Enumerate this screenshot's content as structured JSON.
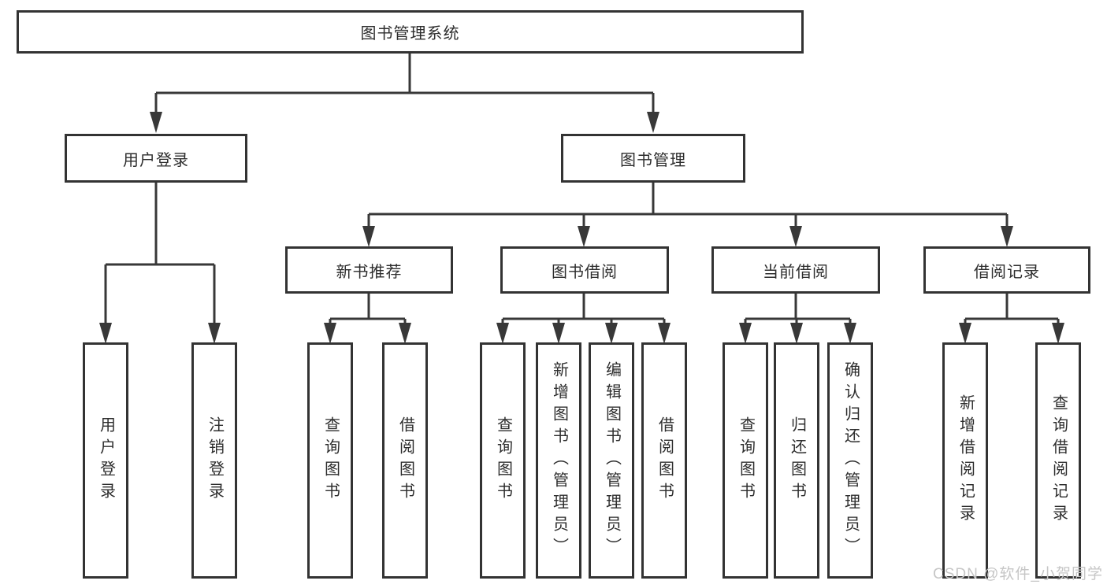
{
  "diagram": {
    "root": "图书管理系统",
    "level2": {
      "user_login": "用户登录",
      "book_manage": "图书管理"
    },
    "level3": [
      "新书推荐",
      "图书借阅",
      "当前借阅",
      "借阅记录"
    ],
    "leaves": {
      "login": [
        "用户登录",
        "注销登录"
      ],
      "recommend": [
        "查询图书",
        "借阅图书"
      ],
      "borrow": [
        "查询图书",
        "新增图书（管理员）",
        "编辑图书（管理员）",
        "借阅图书"
      ],
      "current": [
        "查询图书",
        "归还图书",
        "确认归还（管理员）"
      ],
      "records": [
        "新增借阅记录",
        "查询借阅记录"
      ]
    }
  },
  "watermark": "CSDN @软件_小贺同学",
  "colors": {
    "line": "#383838",
    "box_border": "#333333",
    "text": "#2d2d2d",
    "watermark": "#c6c6c6"
  }
}
